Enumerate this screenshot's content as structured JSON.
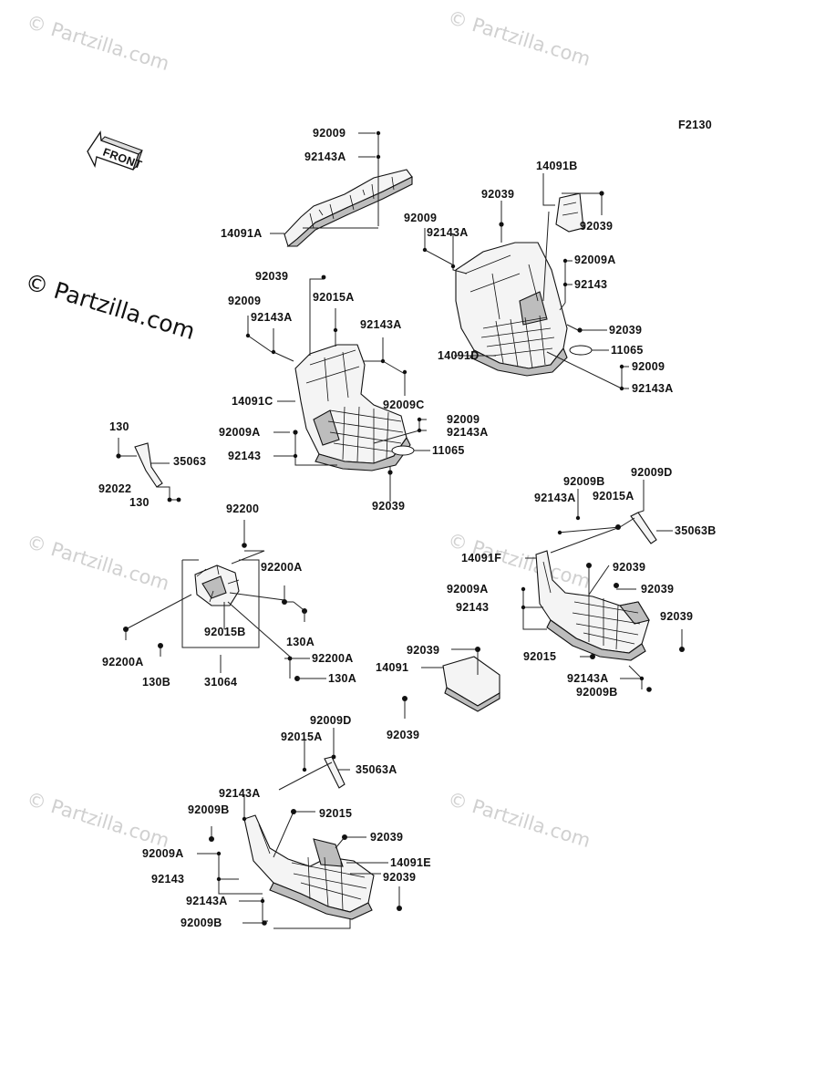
{
  "diagram_code": "F2130",
  "front_arrow": "FRONT",
  "watermark": {
    "small": "© Partzilla.com",
    "big": "© Partzilla.com"
  },
  "labels": {
    "l_92009_a": "92009",
    "l_92143A_a": "92143A",
    "l_14091A": "14091A",
    "l_14091B": "14091B",
    "l_92039_a": "92039",
    "l_92039_b": "92039",
    "l_92009_b": "92009",
    "l_92143A_b": "92143A",
    "l_92009A_a": "92009A",
    "l_92143_a": "92143",
    "l_92039_c": "92039",
    "l_14091D": "14091D",
    "l_11065_a": "11065",
    "l_92009_c": "92009",
    "l_92143A_c": "92143A",
    "l_92039_d": "92039",
    "l_92009_d": "92009",
    "l_92015A_a": "92015A",
    "l_92143A_d": "92143A",
    "l_92143A_e": "92143A",
    "l_14091C": "14091C",
    "l_92009C": "92009C",
    "l_92009A_b": "92009A",
    "l_92009_e": "92009",
    "l_92143A_f": "92143A",
    "l_92143_b": "92143",
    "l_11065_b": "11065",
    "l_92039_e": "92039",
    "l_130_a": "130",
    "l_35063": "35063",
    "l_92022": "92022",
    "l_130_b": "130",
    "l_92200": "92200",
    "l_92200A_a": "92200A",
    "l_130A_a": "130A",
    "l_92015B": "92015B",
    "l_92200A_b": "92200A",
    "l_130B": "130B",
    "l_31064": "31064",
    "l_92200A_c": "92200A",
    "l_130A_b": "130A",
    "l_92009B_a": "92009B",
    "l_92009D_a": "92009D",
    "l_92143A_g": "92143A",
    "l_92015A_b": "92015A",
    "l_35063B": "35063B",
    "l_14091F": "14091F",
    "l_92039_f": "92039",
    "l_92009A_c": "92009A",
    "l_92039_g": "92039",
    "l_92143_c": "92143",
    "l_92039_h": "92039",
    "l_92015_a": "92015",
    "l_92143A_h": "92143A",
    "l_92009B_b": "92009B",
    "l_92039_i": "92039",
    "l_14091": "14091",
    "l_92039_j": "92039",
    "l_92009D_b": "92009D",
    "l_92015A_c": "92015A",
    "l_35063A": "35063A",
    "l_92143A_i": "92143A",
    "l_92009B_c": "92009B",
    "l_92015_b": "92015",
    "l_92039_k": "92039",
    "l_92009A_d": "92009A",
    "l_14091E": "14091E",
    "l_92143_d": "92143",
    "l_92039_l": "92039",
    "l_92143A_j": "92143A",
    "l_92009B_d": "92009B"
  }
}
